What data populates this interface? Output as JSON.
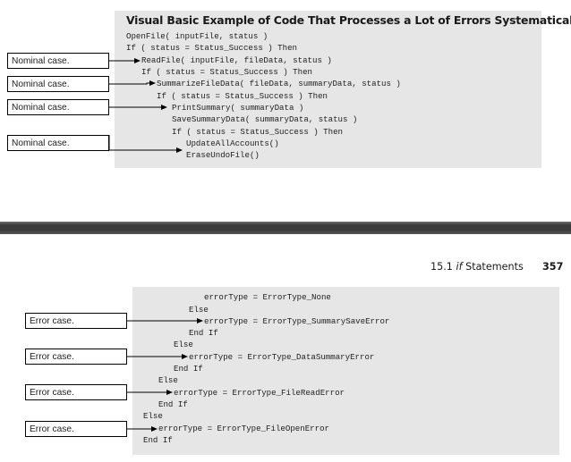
{
  "top_example": {
    "title": "Visual Basic Example of Code That Processes a Lot of Errors Systematically",
    "code": [
      "OpenFile( inputFile, status )",
      "If ( status = Status_Success ) Then",
      "ReadFile( inputFile, fileData, status )",
      "If ( status = Status_Success ) Then",
      "SummarizeFileData( fileData, summaryData, status )",
      "If ( status = Status_Success ) Then",
      "PrintSummary( summaryData )",
      "SaveSummaryData( summaryData, status )",
      "If ( status = Status_Success ) Then",
      "UpdateAllAccounts()",
      "EraseUndoFile()"
    ],
    "callouts": [
      "Nominal case.",
      "Nominal case.",
      "Nominal case.",
      "Nominal case."
    ]
  },
  "page_header": {
    "section_number": "15.1",
    "section_keyword": "if",
    "section_rest": "Statements",
    "page_number": "357"
  },
  "bottom_example": {
    "code": [
      "errorType = ErrorType_None",
      "Else",
      "errorType = ErrorType_SummarySaveError",
      "End If",
      "Else",
      "errorType = ErrorType_DataSummaryError",
      "End If",
      "Else",
      "errorType = ErrorType_FileReadError",
      "End If",
      "Else",
      "errorType = ErrorType_FileOpenError",
      "End If"
    ],
    "callouts": [
      "Error case.",
      "Error case.",
      "Error case.",
      "Error case."
    ]
  }
}
